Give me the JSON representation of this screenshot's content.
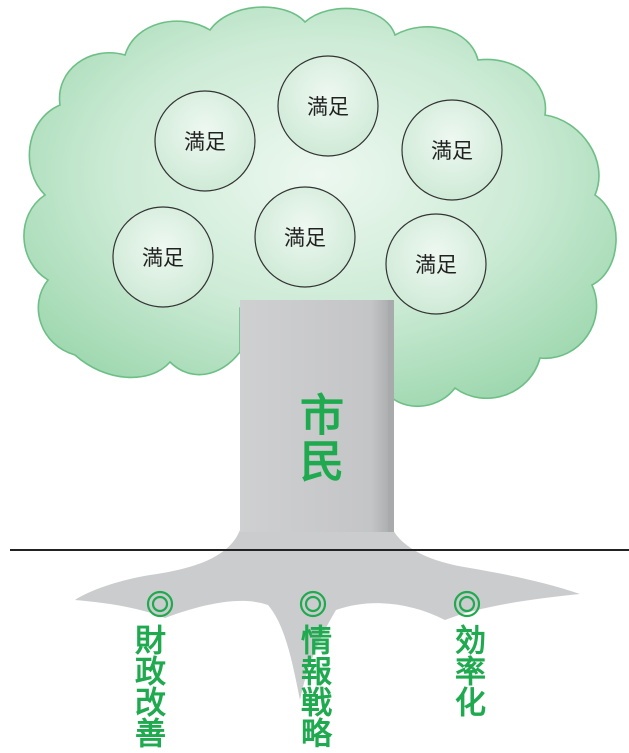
{
  "colors": {
    "canopy_center": "#eaf7ee",
    "canopy_edge": "#a8dcb8",
    "canopy_outline": "#6dbf86",
    "trunk": "#c6c7c8",
    "trunk_shadow": "#a9aaab",
    "ground_line": "#222222",
    "accent_green": "#1faa4f"
  },
  "canopy": {
    "fruits": [
      {
        "label": "満足"
      },
      {
        "label": "満足"
      },
      {
        "label": "満足"
      },
      {
        "label": "満足"
      },
      {
        "label": "満足"
      },
      {
        "label": "満足"
      }
    ]
  },
  "trunk": {
    "label": "市民"
  },
  "roots": [
    {
      "label": "財政改善",
      "mark_icon": "double-circle-icon"
    },
    {
      "label": "情報戦略",
      "mark_icon": "double-circle-icon"
    },
    {
      "label": "効率化",
      "mark_icon": "double-circle-icon"
    }
  ]
}
